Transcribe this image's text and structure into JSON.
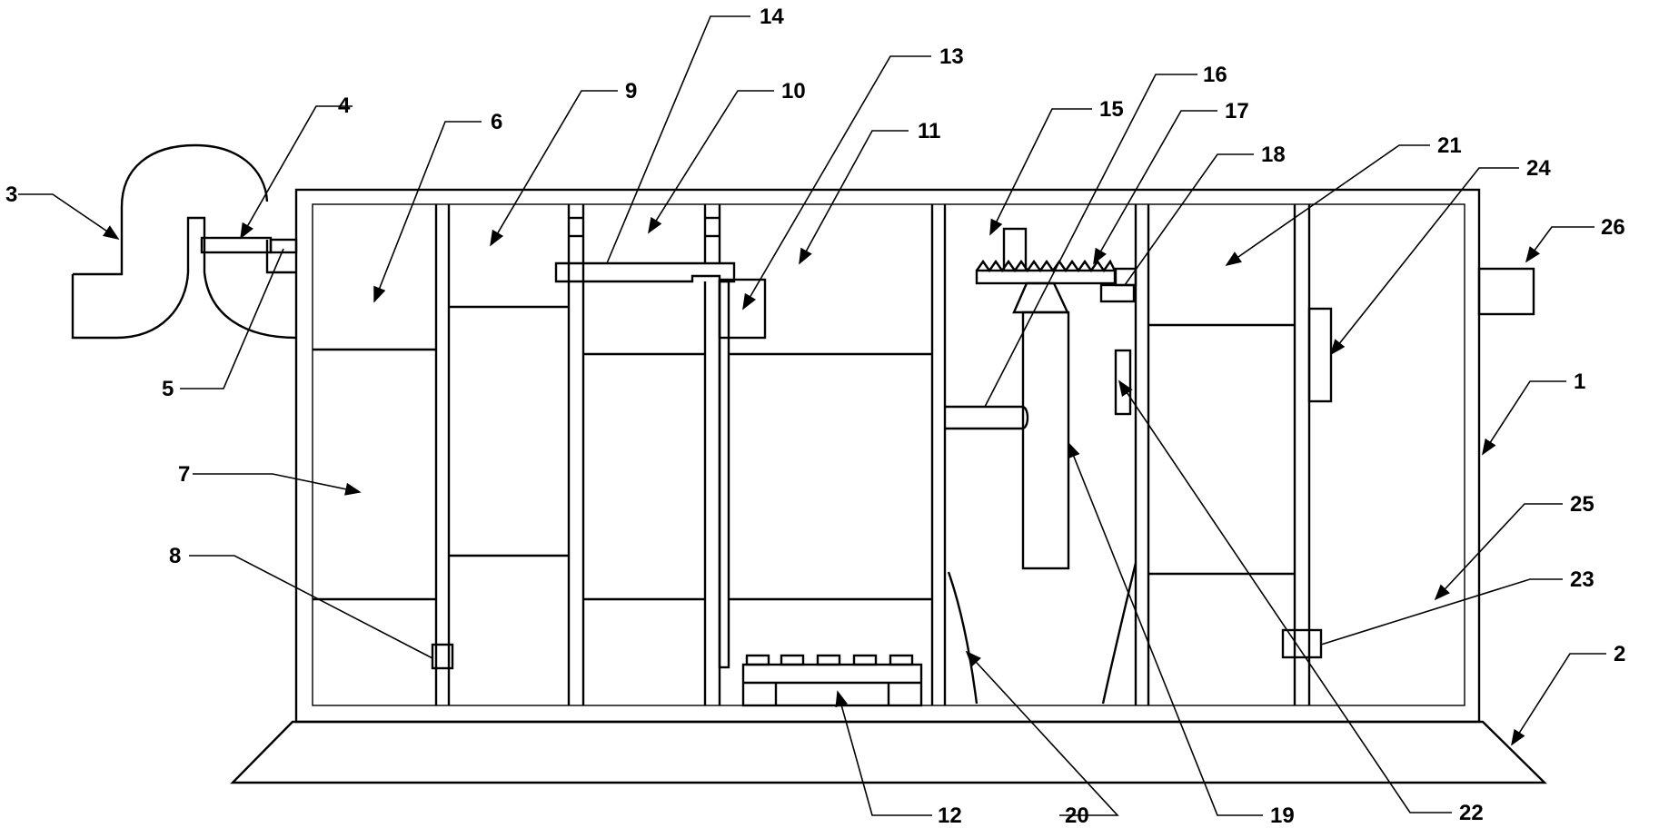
{
  "labels": {
    "1": "1",
    "2": "2",
    "3": "3",
    "4": "4",
    "5": "5",
    "6": "6",
    "7": "7",
    "8": "8",
    "9": "9",
    "10": "10",
    "11": "11",
    "12": "12",
    "13": "13",
    "14": "14",
    "15": "15",
    "16": "16",
    "17": "17",
    "18": "18",
    "19": "19",
    "20": "20",
    "21": "21",
    "22": "22",
    "23": "23",
    "24": "24",
    "25": "25",
    "26": "26"
  }
}
